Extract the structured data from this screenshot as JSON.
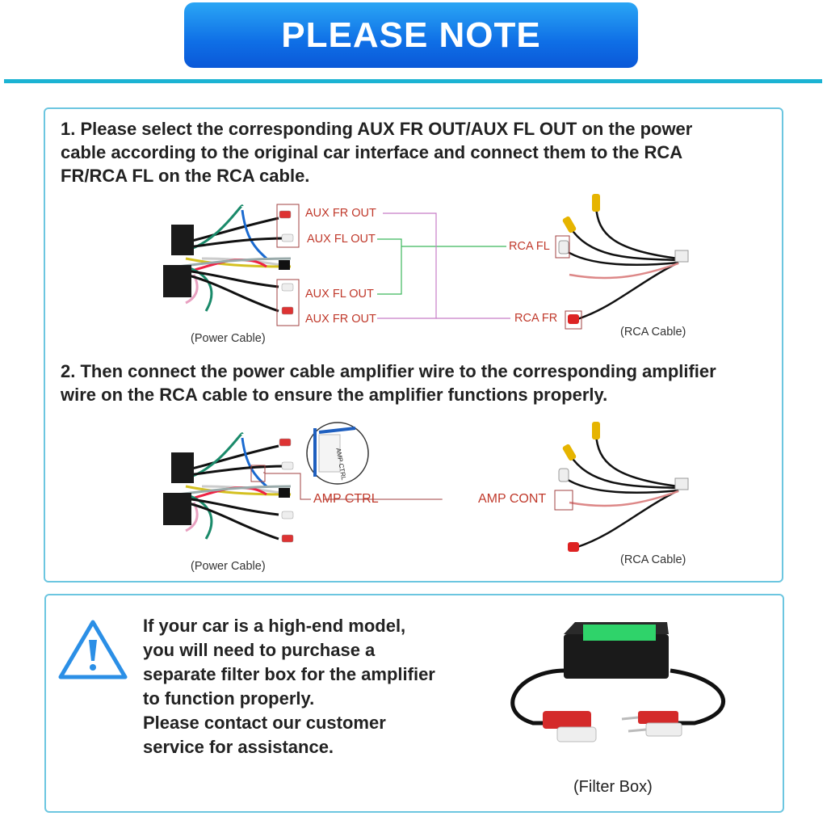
{
  "header": {
    "title": "PLEASE NOTE"
  },
  "step1": {
    "text": "1. Please select the corresponding AUX FR OUT/AUX FL OUT on the power cable according to the original car interface and connect them to the RCA FR/RCA FL on the RCA cable.",
    "lines": [
      "1. Please select the corresponding AUX FR OUT/AUX FL OUT on the power",
      "cable according to the original car interface and connect them to the RCA",
      "FR/RCA FL on the RCA cable."
    ],
    "labels": {
      "aux_fr_out_top": "AUX FR OUT",
      "aux_fl_out_top": "AUX FL OUT",
      "aux_fl_out_bottom": "AUX FL OUT",
      "aux_fr_out_bottom": "AUX FR OUT",
      "rca_fl": "RCA FL",
      "rca_fr": "RCA FR"
    },
    "captions": {
      "power": "(Power Cable)",
      "rca": "(RCA Cable)"
    }
  },
  "step2": {
    "lines": [
      "2. Then connect the power cable amplifier wire to the corresponding amplifier",
      "wire on the RCA cable to ensure the amplifier functions properly."
    ],
    "labels": {
      "amp_ctrl": "AMP CTRL",
      "amp_cont": "AMP CONT",
      "tag": "AMP CTRL"
    },
    "captions": {
      "power": "(Power Cable)",
      "rca": "(RCA Cable)"
    }
  },
  "notice": {
    "lines": [
      "If your car is a high-end model,",
      "you will need to purchase a",
      "separate filter box for the amplifier",
      "to function properly.",
      "Please contact our customer",
      "service for assistance."
    ],
    "caption": "(Filter Box)"
  },
  "colors": {
    "banner": "#0f6fe6",
    "rule": "#1bb3d3",
    "border": "#6cc6e0",
    "label": "#c0392b",
    "green_line": "#3cb85c",
    "purple_line": "#c77dc7"
  }
}
